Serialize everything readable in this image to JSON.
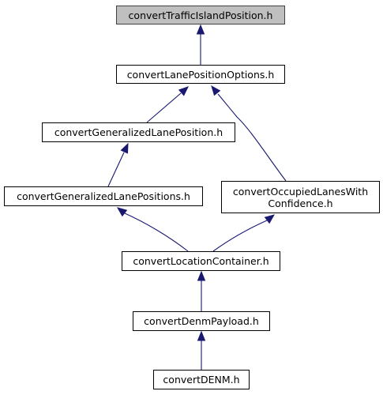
{
  "diagram": {
    "nodes": [
      {
        "id": "traffic",
        "label": "convertTrafficIslandPosition.h",
        "current": true
      },
      {
        "id": "lanePosOpt",
        "label": "convertLanePositionOptions.h",
        "current": false
      },
      {
        "id": "genLanePos",
        "label": "convertGeneralizedLanePosition.h",
        "current": false
      },
      {
        "id": "genLanePositions",
        "label": "convertGeneralizedLanePositions.h",
        "current": false
      },
      {
        "id": "occupied",
        "label_lines": [
          "convertOccupiedLanesWith",
          "Confidence.h"
        ],
        "current": false
      },
      {
        "id": "location",
        "label": "convertLocationContainer.h",
        "current": false
      },
      {
        "id": "denmPayload",
        "label": "convertDenmPayload.h",
        "current": false
      },
      {
        "id": "denm",
        "label": "convertDENM.h",
        "current": false
      }
    ],
    "edges": [
      {
        "from": "lanePosOpt",
        "to": "traffic"
      },
      {
        "from": "genLanePos",
        "to": "lanePosOpt"
      },
      {
        "from": "occupied",
        "to": "lanePosOpt"
      },
      {
        "from": "genLanePositions",
        "to": "genLanePos"
      },
      {
        "from": "location",
        "to": "genLanePositions"
      },
      {
        "from": "location",
        "to": "occupied"
      },
      {
        "from": "denmPayload",
        "to": "location"
      },
      {
        "from": "denm",
        "to": "denmPayload"
      }
    ],
    "edge_color": "#191970",
    "current_fill": "#bfbfbf"
  }
}
